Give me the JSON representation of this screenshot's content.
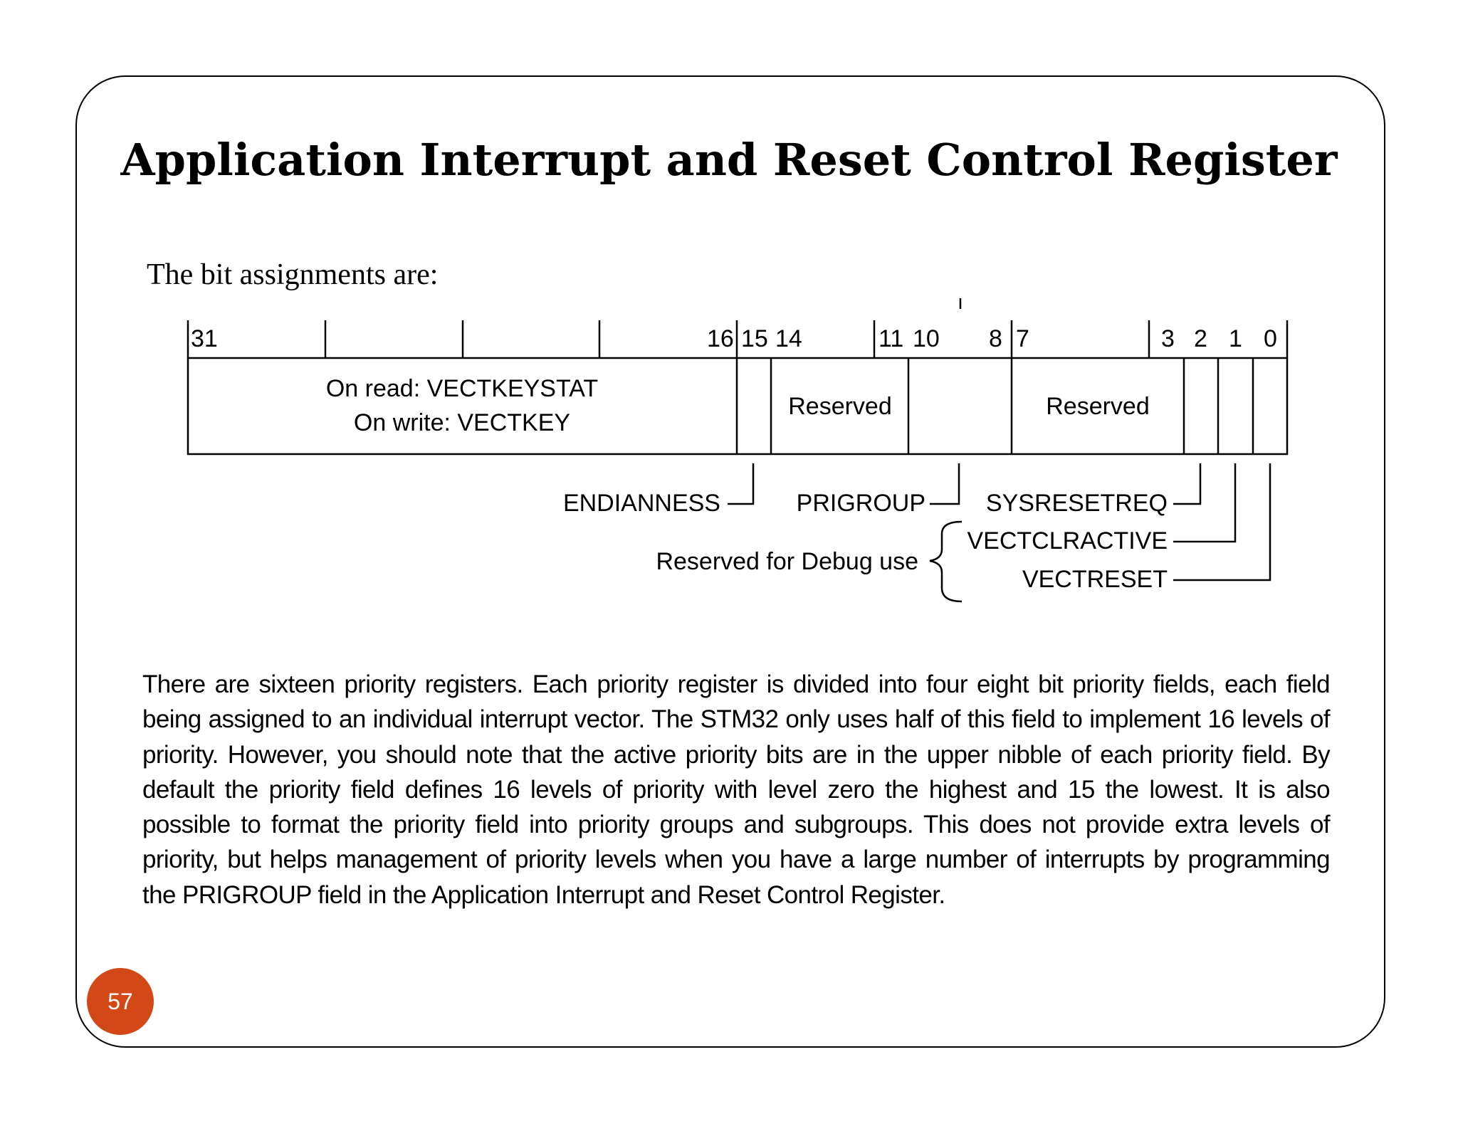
{
  "slide": {
    "title": "Application Interrupt and Reset Control Register",
    "intro": "The bit assignments are:",
    "page_number": "57",
    "accent_color": "#d34817",
    "paragraph": "There are sixteen priority registers. Each priority register is divided into four eight bit priority fields, each field being assigned to an individual interrupt vector. The STM32 only uses half of this field to implement 16 levels of priority. However, you should note that the active priority bits are in the upper nibble of each priority field. By default the priority field defines 16 levels of priority with level zero the highest and 15 the lowest. It is also possible to format the priority field into priority groups and subgroups. This does not provide extra levels of priority, but helps management of priority levels when you have a large number of interrupts by programming the PRIGROUP field in the Application Interrupt and Reset Control Register."
  },
  "register": {
    "bit_labels": {
      "b31": "31",
      "b16": "16",
      "b15": "15",
      "b14": "14",
      "b11": "11",
      "b10": "10",
      "b8": "8",
      "b7": "7",
      "b3": "3",
      "b2": "2",
      "b1": "1",
      "b0": "0"
    },
    "fields": {
      "vectkey_read": "On read: VECTKEYSTAT",
      "vectkey_write": "On write: VECTKEY",
      "reserved_14_11": "Reserved",
      "reserved_7_3": "Reserved"
    },
    "callouts": {
      "endianness": "ENDIANNESS",
      "prigroup": "PRIGROUP",
      "sysresetreq": "SYSRESETREQ",
      "vectclractive": "VECTCLRACTIVE",
      "vectreset": "VECTRESET",
      "debug_note": "Reserved for Debug use"
    }
  }
}
